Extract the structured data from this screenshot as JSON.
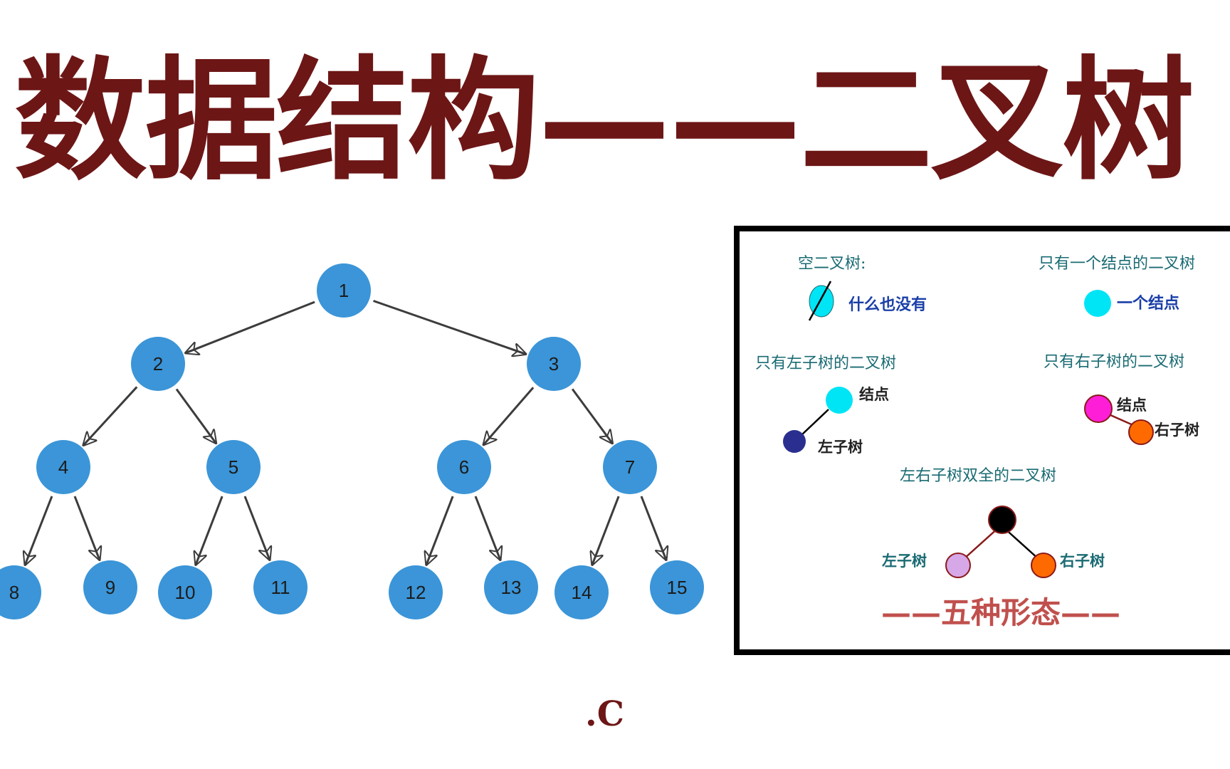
{
  "title": "数据结构——二叉树",
  "tree": {
    "nodes": [
      "1",
      "2",
      "3",
      "4",
      "5",
      "6",
      "7",
      "8",
      "9",
      "10",
      "11",
      "12",
      "13",
      "14",
      "15"
    ],
    "colors": {
      "node": "#3b95d8",
      "node_text": "#1c1c1c",
      "arrow": "#3c3c3c"
    }
  },
  "forms": {
    "empty_title": "空二叉树:",
    "empty_note": "什么也没有",
    "single_title": "只有一个结点的二叉树",
    "single_note": "一个结点",
    "left_title": "只有左子树的二叉树",
    "left_node_label": "结点",
    "left_child_label": "左子树",
    "right_title": "只有右子树的二叉树",
    "right_node_label": "结点",
    "right_child_label": "右子树",
    "full_title": "左右子树双全的二叉树",
    "full_left_label": "左子树",
    "full_right_label": "右子树",
    "caption": "——五种形态——",
    "colors": {
      "heading": "#1a6b73",
      "label": "#222222",
      "note_blue": "#1a3fa8",
      "cyan": "#00e5f5",
      "navy": "#2a2f8f",
      "magenta": "#ff1ed8",
      "orange": "#ff6a00",
      "black": "#000000",
      "lilac": "#d7a8e8",
      "caption": "#c0504d"
    }
  },
  "footer": ".C"
}
